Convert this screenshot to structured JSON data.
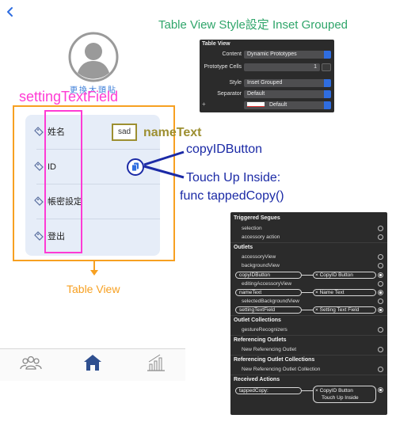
{
  "colors": {
    "pink": "#ff3bd4",
    "orange": "#f7a021",
    "olive": "#9d8f31",
    "navy": "#1b2aa6",
    "green": "#2fa56a",
    "table_bg": "#e6edf8"
  },
  "phone": {
    "back_icon": "chevron-left-icon",
    "avatar_icon": "person-circle-icon",
    "change_photo_text": "更換大頭貼",
    "rows": [
      {
        "label": "姓名",
        "icon": "tag-icon"
      },
      {
        "label": "ID",
        "icon": "tag-icon"
      },
      {
        "label": "帳密設定",
        "icon": "tag-icon"
      },
      {
        "label": "登出",
        "icon": "tag-icon"
      }
    ],
    "name_value": "sad",
    "copy_icon": "document-copy-icon",
    "tabbar": [
      {
        "icon": "people-icon"
      },
      {
        "icon": "house-icon",
        "selected": true
      },
      {
        "icon": "chart-icon"
      }
    ]
  },
  "annotations": {
    "setting_text_field": "settingTextField",
    "table_view": "Table View",
    "name_text": "nameText",
    "copy_id_button": "copyIDButton",
    "touch_up_inside": "Touch Up Inside:",
    "func_tapped_copy": "func tappedCopy()",
    "style_heading": "Table View Style設定 Inset Grouped"
  },
  "table_view_inspector": {
    "title": "Table View",
    "content_label": "Content",
    "content_value": "Dynamic Prototypes",
    "prototype_cells_label": "Prototype Cells",
    "prototype_cells_value": "1",
    "style_label": "Style",
    "style_value": "Inset Grouped",
    "separator_label": "Separator",
    "separator_value": "Default",
    "separator_color_value": "Default",
    "plus_symbol": "+"
  },
  "connections_inspector": {
    "triggered_segues": "Triggered Segues",
    "selection": "selection",
    "accessory_action": "accessory action",
    "outlets": "Outlets",
    "outlet_items": [
      "accessoryView",
      "backgroundView",
      "copyIDButton",
      "editingAccessoryView",
      "nameText",
      "selectedBackgroundView",
      "settingTextField"
    ],
    "copy_id_target": "CopyID Button",
    "name_target": "Name Text",
    "setting_target": "Setting Text Field",
    "outlet_collections": "Outlet Collections",
    "gesture_recognizers": "gestureRecognizers",
    "referencing_outlets": "Referencing Outlets",
    "new_referencing_outlet": "New Referencing Outlet",
    "referencing_outlet_collections": "Referencing Outlet Collections",
    "new_referencing_outlet_collection": "New Referencing Outlet Collection",
    "received_actions": "Received Actions",
    "tapped_copy": "tappedCopy:",
    "action_target": "CopyID Button",
    "action_event": "Touch Up Inside",
    "x_mark": "×"
  }
}
